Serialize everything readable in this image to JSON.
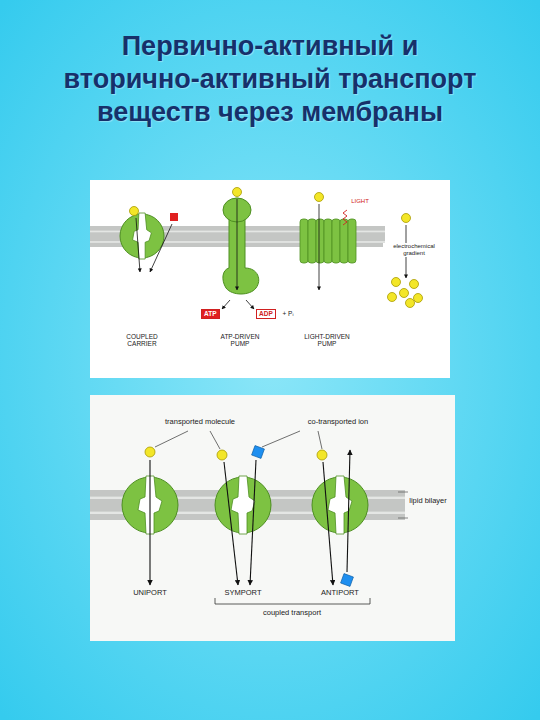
{
  "diagram": {
    "title": "Первично-активный и вторично-активный транспорт веществ через мембраны",
    "nodes": [
      {
        "text": [
          "ATP"
        ]
      },
      {
        "text": [
          "ADP"
        ]
      }
    ],
    "labels": [
      "LIGHT",
      "electrochemical gradient",
      "COUPLED CARRIER",
      "ATP-DRIVEN PUMP",
      "LIGHT-DRIVEN PUMP",
      "+ Pᵢ",
      "transported molecule",
      "co-transported ion",
      "lipid bilayer",
      "UNIPORT",
      "SYMPORT",
      "ANTIPORT",
      "coupled transport"
    ]
  }
}
